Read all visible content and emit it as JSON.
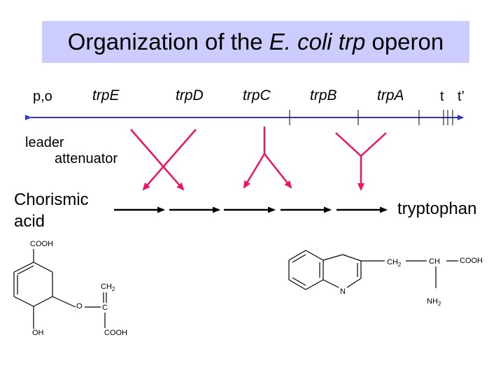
{
  "title": {
    "prefix": "Organization of the ",
    "species": "E. coli",
    "space": " ",
    "gene": "trp",
    "suffix": " operon"
  },
  "operon": {
    "promoter_operator": "p,o",
    "genes": [
      "trpE",
      "trpD",
      "trpC",
      "trpB",
      "trpA"
    ],
    "terminators": [
      "t",
      "t’"
    ],
    "leader": "leader",
    "attenuator": "attenuator"
  },
  "pathway": {
    "start": "Chorismic\nacid",
    "end": "tryptophan"
  },
  "chorismic_acid": {
    "cooh_top": "COOH",
    "ch2": "CH2",
    "o": "O",
    "c": "C",
    "oh": "OH",
    "cooh_bottom": "COOH"
  },
  "tryptophan": {
    "n": "N",
    "ch2": "CH2",
    "ch": "CH",
    "cooh": "COOH",
    "nh2": "NH2"
  },
  "colors": {
    "title_bg": "#ccccff",
    "operon_line": "#3333cc",
    "enzyme_arrows": "#ee1166",
    "pathway_arrows": "#000000"
  }
}
